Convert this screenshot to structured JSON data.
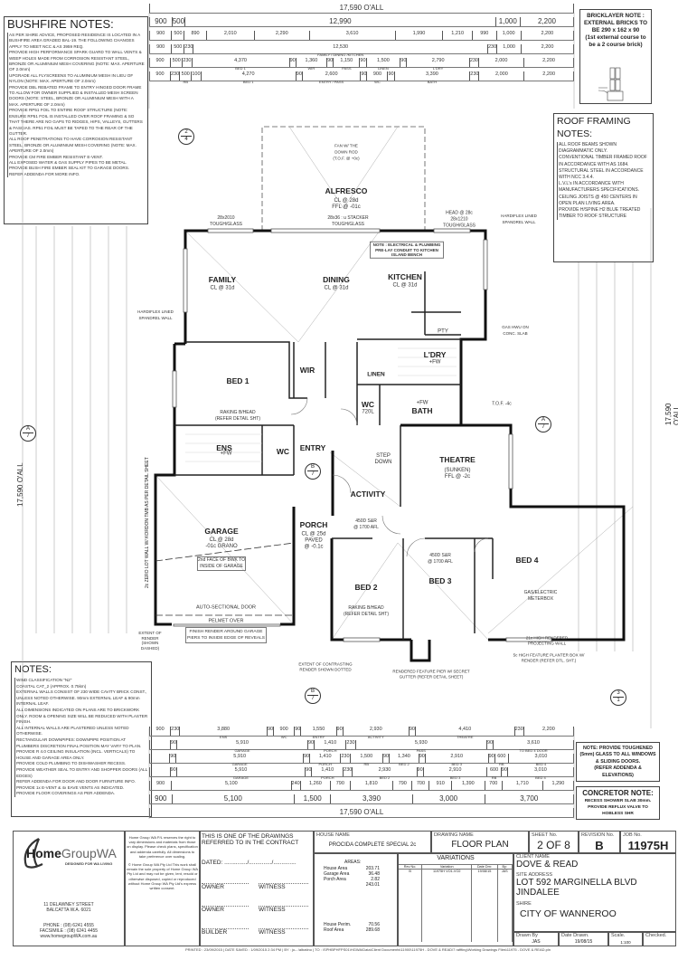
{
  "bushfire_notes": {
    "title": "BUSHFIRE NOTES:",
    "items": [
      "AS PER SHIRE ADVICE, PROPOSED RESIDENCE IS LOCATED IN A BUSHFIRE AREA GRADED BAL-19. THE FOLLOWING CHANGES APPLY TO MEET NCC & AS 3959 REQ.",
      "PROVIDE HIGH PERFORMANCE SPARK GUARD TO WALL VENTS & WEEP HOLES MADE FROM CORROSION RESISTANT STEEL, BRONZE OR ALUMINIUM MESH COVERING (NOTE: MAX. APERTURE OF 2.0mm)",
      "UPGRADE ALL FLYSCREENS TO ALUMINIUM MESH IN LIEU OF NYLON (NOTE: MAX. APERTURE OF 2.0mm)",
      "PROVIDE DBL REBATED FRAME TO ENTRY HINGED DOOR FRAME TO ALLOW FOR OWNER SUPPLIED & INSTALLED MESH SCREEN DOORS (NOTE: STEEL, BRONZE OR ALUMINIUM MESH WITH A MAX. APERTURE OF 2.0mm)",
      "PROVIDE RP51 FOIL TO ENTIRE ROOF STRUCTURE (NOTE: ENSURE RP51 FOIL IS INSTALLED OVER ROOF FRAMING & SO THAT THERE ARE NO GAPS TO RIDGES, HIPS, VALLEYS, GUTTERS & FASCIAS. RP51 FOIL MUST BE TAPED TO THE REAR OF THE GUTTER.",
      "ALL ROOF PENETRATIONS TO HAVE CORROSION RESISTANT STEEL, BRONZE OR ALUMINIUM MESH COVERING (NOTE: MAX. APERTURE OF 2.0mm)",
      "PROVIDE CM FIRE EMBER RESISTANT E-VENT.",
      "ALL EXPOSED WATER & GAS SUPPLY PIPES TO BE METAL.",
      "PROVIDE BUSH FIRE EMBER SEAL KIT TO GARAGE DOORS.",
      "REFER ADDENDA FOR MORE INFO."
    ]
  },
  "bricklayer_note": {
    "lines": [
      "BRICKLAYER NOTE :",
      "EXTERNAL BRICKS TO",
      "BE 290 x 162 x 90",
      "(1st external course to",
      "be a 2 course brick)"
    ]
  },
  "roof_framing_notes": {
    "title": "ROOF FRAMING NOTES:",
    "items": [
      "ALL ROOF BEAMS SHOWN DIAGRAMMATIC ONLY.",
      "CONVENTIONAL TIMBER FRAMED ROOF IN ACCORDANCE WITH AS 1684.",
      "STRUCTURAL STEEL IN ACCORDANCE WITH NCC 3.4.4.",
      "L.V.L's IN ACCORDANCE WITH MANUFACTURERS SPECIFICATIONS.",
      "CEILING JOISTS @ 450 CENTERS IN OPEN PLAN LIVING AREA.",
      "PROVIDE H/SPINE H2 BLUE TREATED TIMBER TO ROOF STRUCTURE"
    ]
  },
  "notes": {
    "title": "NOTES:",
    "items": [
      "WIND CLASSIFICATION \"N2\"",
      "COASTAL CAT_2 (APPROX. 0.75km)",
      "EXTERNAL WALLS CONSIST OF 230 WIDE CAVITY BRICK CONST., UNLESS NOTED OTHERWISE. 90mm EXTERNAL LEAF & 90mm INTERNAL LEAF.",
      "ALL DIMENSIONS INDICATED ON PLANS ARE TO BRICKWORK ONLY. ROOM & OPENING SIZE WILL BE REDUCED WITH PLASTER FINISH.",
      "ALL INTERNAL WALLS ARE PLASTERED UNLESS NOTED OTHERWISE.",
      "RECTANGULAR DOWNPIPES: DOWNPIPE POSITION AT PLUMBERS DISCRETION FINAL POSITION MAY VARY TO PLAN.",
      "PROVIDE R 4.0 CEILING INSULATION (INCL. VERTICALS) TO HOUSE AND GARAGE AREA ONLY.",
      "PROVIDE COLD PLUMBING TO DISHWASHER RECESS.",
      "PROVIDE WEATHER SEAL TO ENTRY AND SHOPPER DOORS (ALL EDGES)",
      "REFER ADDENDA FOR DOOR AND DOOR FURNITURE INFO.",
      "PROVIDE 1x E-VENT & 4x EAVE VENTS AS INDICATED.",
      "PROVIDE FLOOR COVERINGS AS PER ADDENDA."
    ]
  },
  "glass_note": {
    "lines": [
      "NOTE: PROVIDE TOUGHENED",
      "(5mm) GLASS TO ALL WINDOWS",
      "& SLIDING DOORS.",
      "(REFER ADDENDA &",
      "ELEVATIONS)"
    ]
  },
  "concretor_note": {
    "title": "CONCRETOR NOTE:",
    "lines": [
      "RECESS SHOWER SLAB 30mm.",
      "PROVIDE REFLUX VALVE TO",
      "HOBLESS SHR"
    ]
  },
  "dims_top": [
    {
      "big": true,
      "segs": [
        {
          "v": 17590,
          "t": "17,590 O'ALL"
        }
      ]
    },
    {
      "big": true,
      "segs": [
        {
          "v": 900,
          "t": "900"
        },
        {
          "v": 500,
          "t": "500"
        },
        {
          "v": 12990,
          "t": "12,990"
        },
        {
          "v": 1000,
          "t": "1,000"
        },
        {
          "v": 2200,
          "t": "2,200"
        }
      ]
    },
    {
      "segs": [
        {
          "v": 900,
          "t": "900"
        },
        {
          "v": 500,
          "t": "500"
        },
        {
          "v": 890,
          "t": "890"
        },
        {
          "v": 2010,
          "t": "2,010"
        },
        {
          "v": 2290,
          "t": "2,290"
        },
        {
          "v": 3610,
          "t": "3,610"
        },
        {
          "v": 1990,
          "t": "1,990"
        },
        {
          "v": 1210,
          "t": "1,210"
        },
        {
          "v": 990,
          "t": "990"
        },
        {
          "v": 1000,
          "t": "1,000"
        },
        {
          "v": 2200,
          "t": "2,200"
        }
      ]
    },
    {
      "segs": [
        {
          "v": 900,
          "t": "900"
        },
        {
          "v": 500,
          "t": "500"
        },
        {
          "v": 230,
          "t": "230"
        },
        {
          "v": 12530,
          "t": "12,530",
          "l": "FAMILY / DINING /KITCHEN"
        },
        {
          "v": 230,
          "t": "230"
        },
        {
          "v": 1000,
          "t": "1,000"
        },
        {
          "v": 2200,
          "t": "2,200"
        }
      ]
    },
    {
      "segs": [
        {
          "v": 900,
          "t": "900"
        },
        {
          "v": 500,
          "t": "500"
        },
        {
          "v": 230,
          "t": "230"
        },
        {
          "v": 4370,
          "t": "4,370",
          "l": "BED 1"
        },
        {
          "v": 90,
          "t": "90"
        },
        {
          "v": 1360,
          "t": "1,360",
          "l": "WIR"
        },
        {
          "v": 90,
          "t": "90"
        },
        {
          "v": 1150,
          "t": "1,150",
          "l": "PASS"
        },
        {
          "v": 90,
          "t": "90"
        },
        {
          "v": 1500,
          "t": "1,500",
          "l": "LINEN"
        },
        {
          "v": 90,
          "t": "90"
        },
        {
          "v": 2790,
          "t": "2,790",
          "l": "L'DRY"
        },
        {
          "v": 230,
          "t": "230"
        },
        {
          "v": 2000,
          "t": "2,000"
        },
        {
          "v": 2200,
          "t": "2,200"
        }
      ]
    },
    {
      "segs": [
        {
          "v": 900,
          "t": "900"
        },
        {
          "v": 230,
          "t": "230"
        },
        {
          "v": 500,
          "t": "500",
          "l": "RB"
        },
        {
          "v": 100,
          "t": "100"
        },
        {
          "v": 4270,
          "t": "4,270",
          "l": "BED 1"
        },
        {
          "v": 90,
          "t": "90"
        },
        {
          "v": 2600,
          "t": "2,600",
          "l": "ENTRY / PASS"
        },
        {
          "v": 90,
          "t": "90"
        },
        {
          "v": 900,
          "t": "900",
          "l": "WC"
        },
        {
          "v": 90,
          "t": "90"
        },
        {
          "v": 3390,
          "t": "3,390",
          "l": "BATH"
        },
        {
          "v": 230,
          "t": "230"
        },
        {
          "v": 2000,
          "t": "2,000"
        },
        {
          "v": 2200,
          "t": "2,200"
        }
      ]
    }
  ],
  "dims_bottom": [
    {
      "segs": [
        {
          "v": 900,
          "t": "900"
        },
        {
          "v": 230,
          "t": "230"
        },
        {
          "v": 3880,
          "t": "3,880",
          "l": "ENS"
        },
        {
          "v": 90,
          "t": "90"
        },
        {
          "v": 900,
          "t": "900",
          "l": "WC"
        },
        {
          "v": 90,
          "t": "90"
        },
        {
          "v": 1550,
          "t": "1,550",
          "l": "ENTRY"
        },
        {
          "v": 90,
          "t": "90"
        },
        {
          "v": 2930,
          "t": "2,930",
          "l": "ACTIVITY"
        },
        {
          "v": 90,
          "t": "90"
        },
        {
          "v": 4410,
          "t": "4,410",
          "l": "THEATRE"
        },
        {
          "v": 230,
          "t": "230"
        },
        {
          "v": 2200,
          "t": "2,200"
        }
      ]
    },
    {
      "segs": [
        {
          "v": 900,
          "t": ""
        },
        {
          "v": 90,
          "t": "90"
        },
        {
          "v": 5910,
          "t": "5,910",
          "l": "GARAGE"
        },
        {
          "v": 90,
          "t": "90"
        },
        {
          "v": 1410,
          "t": "1,410",
          "l": "PORCH"
        },
        {
          "v": 230,
          "t": "230"
        },
        {
          "v": 5930,
          "t": "5,930",
          "l": "PASS"
        },
        {
          "v": 90,
          "t": "90"
        },
        {
          "v": 3610,
          "t": "3,610",
          "l": "TO BED 4 DOOR"
        }
      ]
    },
    {
      "segs": [
        {
          "v": 900,
          "t": ""
        },
        {
          "v": 90,
          "t": "90"
        },
        {
          "v": 5910,
          "t": "5,910",
          "l": "GARAGE"
        },
        {
          "v": 90,
          "t": "90"
        },
        {
          "v": 1410,
          "t": "1,410",
          "l": "PORCH"
        },
        {
          "v": 230,
          "t": "230"
        },
        {
          "v": 1500,
          "t": "1,500",
          "l": "RB"
        },
        {
          "v": 90,
          "t": "90"
        },
        {
          "v": 1340,
          "t": "1,340",
          "l": "BED 2"
        },
        {
          "v": 90,
          "t": "90"
        },
        {
          "v": 2910,
          "t": "2,910",
          "l": "BED 3"
        },
        {
          "v": 90,
          "t": "90"
        },
        {
          "v": 600,
          "t": "600",
          "l": "RB"
        },
        {
          "v": 3010,
          "t": "3,010",
          "l": "BED 4"
        }
      ]
    },
    {
      "segs": [
        {
          "v": 900,
          "t": ""
        },
        {
          "v": 90,
          "t": "90"
        },
        {
          "v": 5910,
          "t": "5,910",
          "l": "GARAGE"
        },
        {
          "v": 90,
          "t": "90"
        },
        {
          "v": 1410,
          "t": "1,410",
          "l": "PORCH"
        },
        {
          "v": 230,
          "t": "230"
        },
        {
          "v": 2930,
          "t": "2,930",
          "l": "BED 2"
        },
        {
          "v": 90,
          "t": "90"
        },
        {
          "v": 2910,
          "t": "2,910",
          "l": "BED 3"
        },
        {
          "v": 600,
          "t": "600",
          "l": "RB"
        },
        {
          "v": 90,
          "t": "90"
        },
        {
          "v": 3010,
          "t": "3,010",
          "l": "BED 4"
        }
      ]
    },
    {
      "segs": [
        {
          "v": 900,
          "t": "900"
        },
        {
          "v": 5100,
          "t": "5,100"
        },
        {
          "v": 240,
          "t": "240"
        },
        {
          "v": 1260,
          "t": "1,260"
        },
        {
          "v": 790,
          "t": "790"
        },
        {
          "v": 1810,
          "t": "1,810"
        },
        {
          "v": 790,
          "t": "790"
        },
        {
          "v": 700,
          "t": "700"
        },
        {
          "v": 910,
          "t": "910"
        },
        {
          "v": 1390,
          "t": "1,390"
        },
        {
          "v": 700,
          "t": "700"
        },
        {
          "v": 1710,
          "t": "1,710"
        },
        {
          "v": 1290,
          "t": "1,290"
        }
      ]
    },
    {
      "big": true,
      "segs": [
        {
          "v": 900,
          "t": "900"
        },
        {
          "v": 5100,
          "t": "5,100"
        },
        {
          "v": 1500,
          "t": "1,500"
        },
        {
          "v": 3390,
          "t": "3,390"
        },
        {
          "v": 3000,
          "t": "3,000"
        },
        {
          "v": 3700,
          "t": "3,700"
        }
      ]
    },
    {
      "big": true,
      "segs": [
        {
          "v": 17590,
          "t": "17,590 O'ALL"
        }
      ]
    }
  ],
  "plan": {
    "overall_left": "17,590 O'ALL",
    "overall_right": "17,590 O'ALL",
    "rooms": {
      "alfresco": {
        "name": "ALFRESCO",
        "sub": "CL @ 28d\nFFL @ -01c"
      },
      "family": {
        "name": "FAMILY",
        "sub": "CL @ 31d"
      },
      "dining": {
        "name": "DINING",
        "sub": "CL @ 31d"
      },
      "kitchen": {
        "name": "KITCHEN",
        "sub": "CL @ 31d"
      },
      "bed1": {
        "name": "BED 1",
        "sub": "RAKING B/HEAD\n(REFER DETAIL SHT)"
      },
      "wir": {
        "name": "WIR"
      },
      "linen": {
        "name": "LINEN"
      },
      "ldry": {
        "name": "L'DRY",
        "sub": "+FW"
      },
      "wc1": {
        "name": "WC",
        "sub": "720L"
      },
      "bath": {
        "name": "BATH",
        "sub": "+FW"
      },
      "ens": {
        "name": "ENS",
        "sub": "+FW"
      },
      "wc2": {
        "name": "WC"
      },
      "entry": {
        "name": "ENTRY"
      },
      "garage": {
        "name": "GARAGE",
        "sub": "CL @ 28d\n-01c GRANO"
      },
      "porch": {
        "name": "PORCH",
        "sub": "CL @ 25d\nPAVED\n@ -0.1c"
      },
      "activity": {
        "name": "ACTIVITY",
        "sub": "450D S&R\n@ 1700 AFL"
      },
      "theatre": {
        "name": "THEATRE",
        "sub": "(SUNKEN)\nFFL @ -2c"
      },
      "bed2": {
        "name": "BED 2",
        "sub": "RAKING B/HEAD\n(REFER DETAIL SHT)"
      },
      "bed3": {
        "name": "BED 3",
        "sub": "450D S&R\n@ 1700 AFL"
      },
      "bed4": {
        "name": "BED 4"
      }
    },
    "annotations": {
      "kitchen_note": "NOTE : ELECTRICAL & PLUMBING PRE-LAY CONDUIT TO KITCHEN ISLAND BENCH",
      "stacker": "28x36 : u STACKER\nTOUGH/GLASS",
      "family_window": "28x2010\nTOUGH/GLASS",
      "kitchen_window": "HEAD @ 28c\n28x1210\nTOUGH/GLASS",
      "step_down": "STEP\nDOWN",
      "garage_door": "AUTO-SECTIONAL DOOR",
      "pelmet": "PELMET OVER",
      "finish_render": "FINISH RENDER AROUND GARAGE\nPIERS TO INSIDE EDGE OF REVEALS",
      "bwk_face": "2nd FACE OF BWK TO\nINSIDE OF GARAGE",
      "zero_lot": "2c ZERO LOT WALL W/ KORDON TMB AS PER DETAIL SHEET",
      "gas_meter": "GAS/ELECTRIC\nMETERBOX",
      "pty": "PTY",
      "tof": "T.O.F. -4c",
      "hardiflex_left": "HARDIFLEX LINED\nSPANDREL WALL",
      "hardiflex_right": "HARDIFLEX LINED\nSPANDREL WALL",
      "gas_hwu": "GAS HWU ON\nCONC. SLAB",
      "extent_render": "EXTENT OF\nRENDER\n(SHOWN\nDASHED)",
      "contrast_render": "EXTENT OF CONTRASTING\nRENDER SHOWN DOTTED",
      "feature_pier": "RENDERED FEATURE PIER W/ SECRET\nGUTTER (REFER DETAIL SHEET)",
      "projecting_wall": "21c HIGH RENDERED\nPROJECTING WALL",
      "planter_box": "5c HIGH FEATURE PLANTER BOX W/\nRENDER (REFER DTL. SHT.)",
      "down_rod": "FAN W/ THE\nDOWN ROD\n(T.O.F. @ +0c)"
    },
    "section_markers": [
      {
        "letter": "A",
        "num": "7"
      },
      {
        "letter": "A",
        "num": "7"
      },
      {
        "letter": "B",
        "num": "7"
      },
      {
        "letter": "B",
        "num": "7"
      },
      {
        "letter": "2",
        "num": "4"
      },
      {
        "letter": "3",
        "num": "1"
      }
    ]
  },
  "title_block": {
    "logo": {
      "brand_bold": "Home",
      "brand_light": "GroupWA",
      "tagline": "DESIGNED FOR WA LIVING"
    },
    "address": [
      "11 DELAWNEY STREET",
      "BALCATTA W.A. 6021"
    ],
    "phone": "PHONE : (08) 6241 4555",
    "fax": "FACSIMILE : (08) 6241 4455",
    "web": "www.homegroupWA.com.au",
    "disclaimer": "Home Group WA P/L reserves the right to vary dimensions and materials from those on display. Please check plans, specification and addenda carefully. All dimensions to take preference over scaling.",
    "copyright": "© Home Group WA Pty Ltd This work shall remain the sole property of Home Group WA Pty Ltd and may not be given, lent, resold or otherwise disposed, copied or reproduced without Home Group WA Pty Ltd's express written consent.",
    "contract": {
      "heading": "THIS IS ONE OF THE DRAWINGS REFERRED TO IN THE CONTRACT",
      "dated": "DATED: ............../............../..............",
      "rows": [
        [
          "OWNER",
          "WITNESS"
        ],
        [
          "OWNER",
          "WITNESS"
        ],
        [
          "BUILDER",
          "WITNESS"
        ]
      ]
    },
    "house_name_label": "HOUSE NAME",
    "house_name": "PROCIDA COMPLETE SPECIAL 2c",
    "drawing_name_label": "DRAWING NAME",
    "drawing_name": "FLOOR PLAN",
    "sheet_label": "SHEET No.",
    "sheet": "2 OF 8",
    "revision_label": "REVISION No.",
    "revision": "B",
    "job_label": "JOB No.",
    "job": "11975H",
    "areas": {
      "heading": "AREAS:",
      "rows": [
        [
          "House Area",
          "203.71"
        ],
        [
          "Garage Area",
          "36.48"
        ],
        [
          "Porch Area",
          "2.82"
        ],
        [
          "",
          "243.01"
        ]
      ],
      "perim": [
        [
          "House Perim.",
          "70.56"
        ],
        [
          "Roof Area",
          "289.68"
        ]
      ]
    },
    "variations": {
      "heading": "VARIATIONS",
      "columns": [
        "Rev No.",
        "Variation",
        "Date Drn:",
        "By:"
      ],
      "rows": [
        [
          "B",
          "11975H VO1-VO2",
          "19/08/15",
          "JAS"
        ]
      ]
    },
    "client_label": "CLIENT NAME",
    "client": "DOVE & READ",
    "site_label": "SITE ADDRESS",
    "site_line1": "LOT 592 MARGINELLA BLVD",
    "site_line2": "JINDALEE",
    "shire_label": "SHIRE",
    "shire": "CITY OF WANNEROO",
    "drawn_by_label": "Drawn By",
    "drawn_by": "JAS",
    "date_drawn_label": "Date Drawn.",
    "date_drawn": "19/08/15",
    "scale_label": "Scale.",
    "scale": "1:100",
    "checked_label": "Checked."
  },
  "footer": "PRINTED : 23/09/2015 | DATE SAVED : 1/09/2015 2:34 PM | BY : jo-- /albatino | TO : \\SPHBPHFPS01\\HGWA\\Data\\Client Documents\\11900\\11975H - DOVE & READ\\7 raffting\\Working Drawings Files\\11975 - DOVE & READ.pln"
}
